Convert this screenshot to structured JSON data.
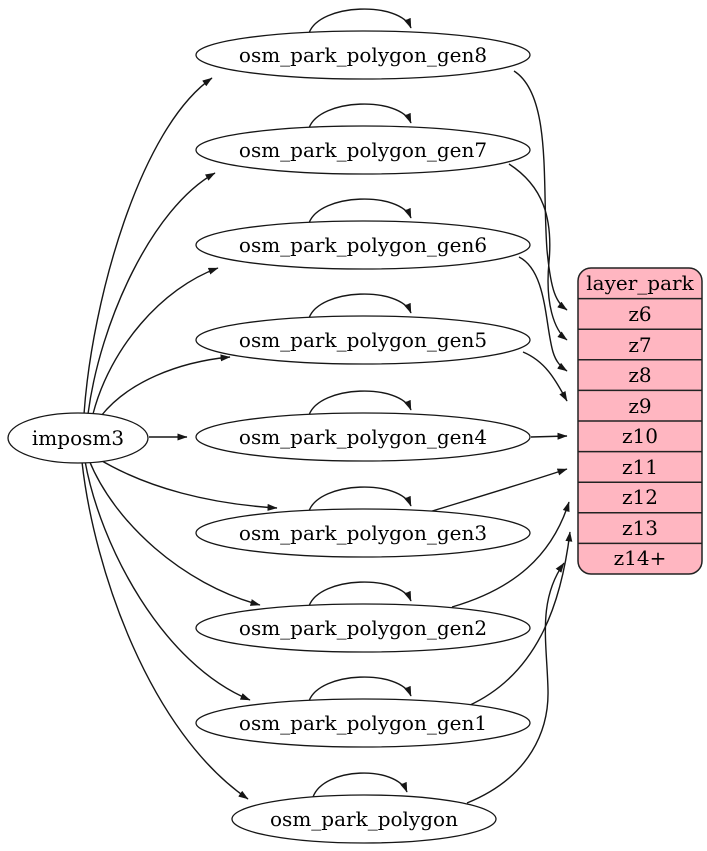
{
  "diagram": {
    "kind": "graphviz-dataflow",
    "source": {
      "label": "imposm3"
    },
    "tables": [
      {
        "label": "osm_park_polygon_gen8",
        "feeds": "z6",
        "has_self_loop": true
      },
      {
        "label": "osm_park_polygon_gen7",
        "feeds": "z7",
        "has_self_loop": true
      },
      {
        "label": "osm_park_polygon_gen6",
        "feeds": "z8",
        "has_self_loop": true
      },
      {
        "label": "osm_park_polygon_gen5",
        "feeds": "z9",
        "has_self_loop": true
      },
      {
        "label": "osm_park_polygon_gen4",
        "feeds": "z10",
        "has_self_loop": true
      },
      {
        "label": "osm_park_polygon_gen3",
        "feeds": "z11",
        "has_self_loop": true
      },
      {
        "label": "osm_park_polygon_gen2",
        "feeds": "z12",
        "has_self_loop": true
      },
      {
        "label": "osm_park_polygon_gen1",
        "feeds": "z13",
        "has_self_loop": true
      },
      {
        "label": "osm_park_polygon",
        "feeds": "z14+",
        "has_self_loop": true
      }
    ],
    "layer": {
      "title": "layer_park",
      "rows": [
        "z6",
        "z7",
        "z8",
        "z9",
        "z10",
        "z11",
        "z12",
        "z13",
        "z14+"
      ],
      "fill": "#ffb6c1",
      "border": "#222222"
    },
    "colors": {
      "background": "#ffffff",
      "edge": "#161616",
      "text": "#000000"
    }
  }
}
